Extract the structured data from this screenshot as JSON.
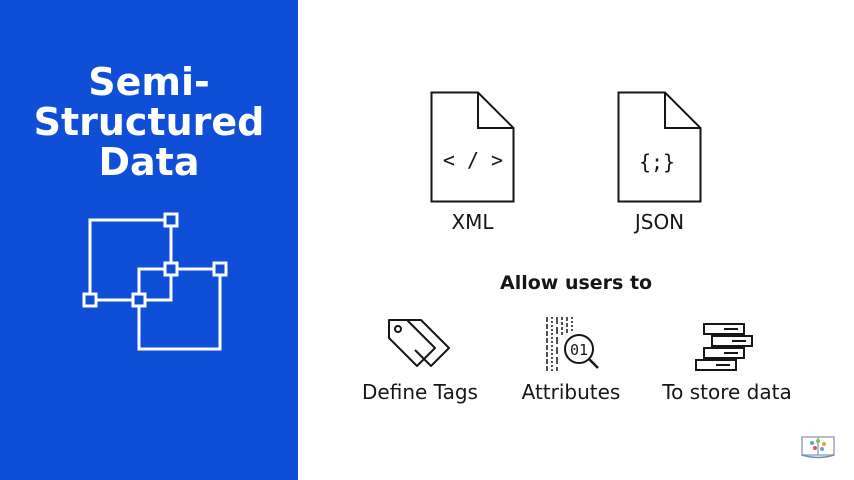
{
  "slide": {
    "title_lines": [
      "Semi-",
      "Structured",
      "Data"
    ],
    "files": [
      {
        "label": "XML",
        "symbol": "< / >"
      },
      {
        "label": "JSON",
        "symbol": "{;}"
      }
    ],
    "heading": "Allow users to",
    "items": [
      {
        "label": "Define Tags",
        "icon": "tags-icon"
      },
      {
        "label": "Attributes",
        "icon": "attributes-search-icon"
      },
      {
        "label": "To store data",
        "icon": "server-stack-icon"
      }
    ],
    "attribute_digits": "01"
  },
  "colors": {
    "panel": "#0f4ed6",
    "text": "#161616",
    "white": "#ffffff"
  }
}
